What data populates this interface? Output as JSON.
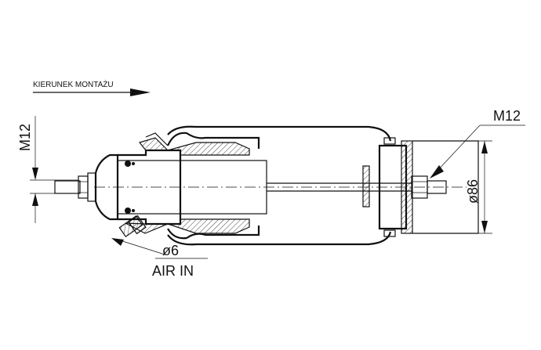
{
  "labels": {
    "mounting_direction": "KIERUNEK MONTAŻU",
    "thread_left": "M12",
    "thread_right": "M12",
    "diameter_body": "ø86",
    "diameter_inlet": "ø6",
    "air_inlet": "AIR IN"
  },
  "colors": {
    "ink": "#111111",
    "background": "#ffffff"
  }
}
